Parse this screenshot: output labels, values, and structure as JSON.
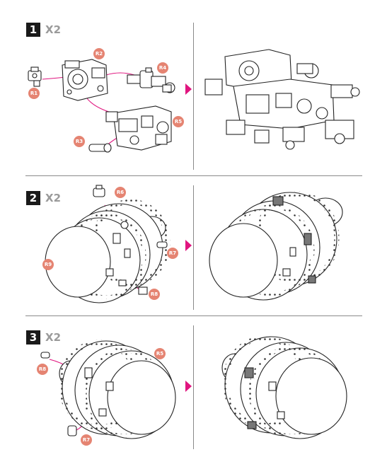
{
  "steps": [
    {
      "number": "1",
      "multiplier": "X2",
      "parts": [
        "R1",
        "R2",
        "R3",
        "R4",
        "R5"
      ]
    },
    {
      "number": "2",
      "multiplier": "X2",
      "parts": [
        "R6",
        "R7",
        "R8",
        "R9"
      ]
    },
    {
      "number": "3",
      "multiplier": "X2",
      "parts": [
        "R8",
        "R5",
        "R7"
      ]
    }
  ],
  "colors": {
    "arrow": "#e0157f",
    "tag": "#e58472",
    "lead_line": "#e0157f",
    "step_badge": "#1a1a1a",
    "multiplier_text": "#9a9a9a",
    "separator": "#8a8a8a"
  }
}
